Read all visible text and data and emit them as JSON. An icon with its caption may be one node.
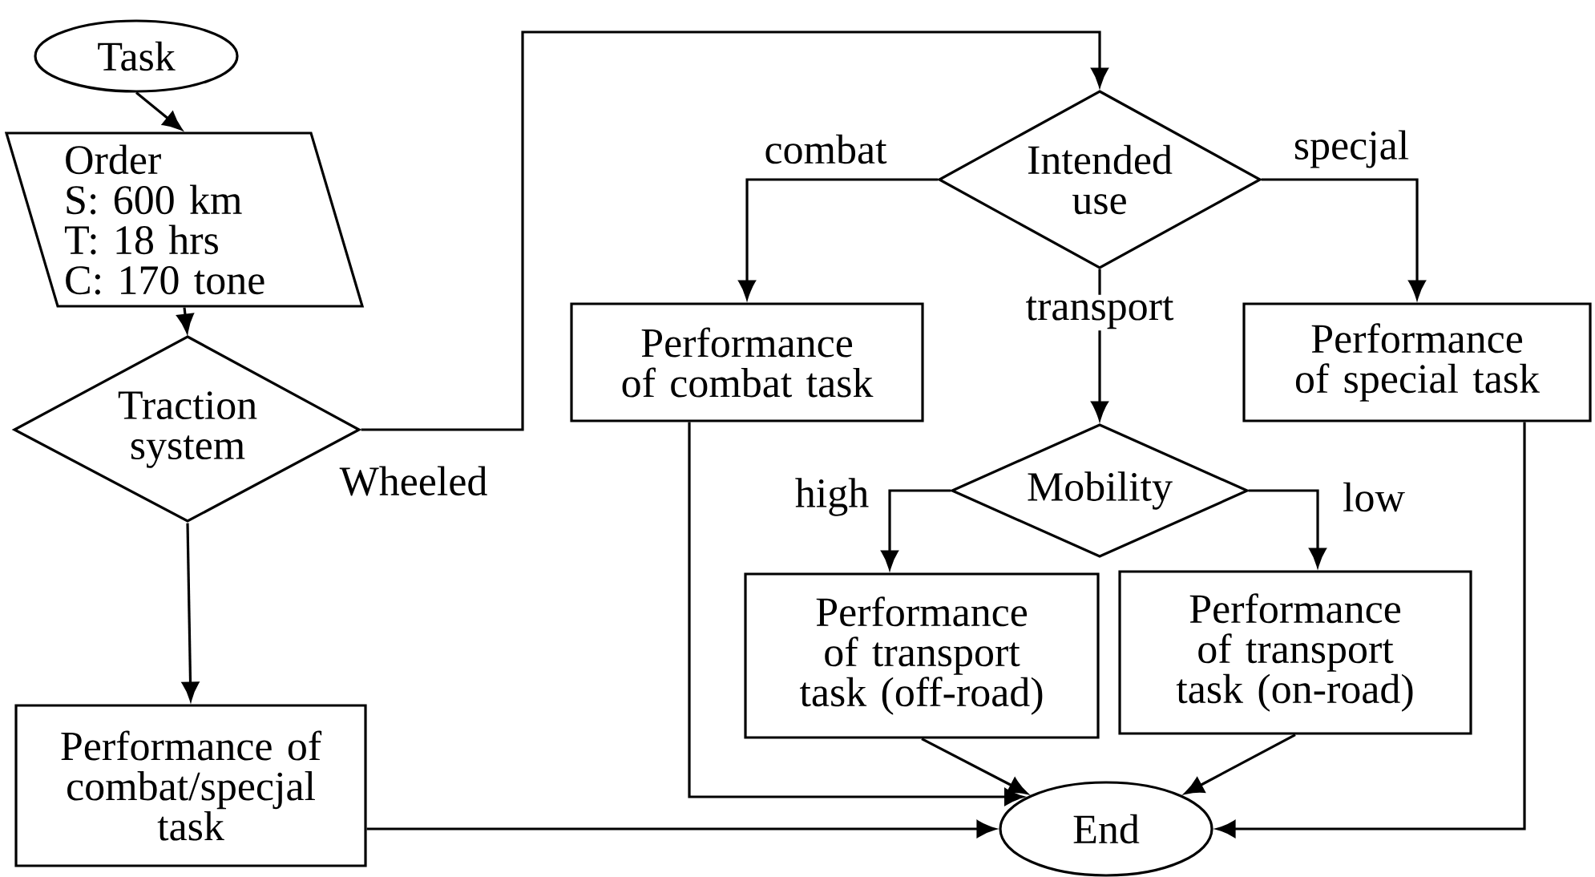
{
  "diagram": {
    "nodes": [
      {
        "text": [
          "Task"
        ]
      },
      {
        "text": [
          "Order",
          "S: 600 km",
          "T: 18 hrs",
          "C: 170 tone"
        ]
      },
      {
        "text": [
          "Traction system"
        ]
      },
      {
        "text": [
          "Performance of combat/specjal task"
        ]
      },
      {
        "text": [
          "Intended use"
        ]
      },
      {
        "text": [
          "Performance of combat task"
        ]
      },
      {
        "text": [
          "Performance of special task"
        ]
      },
      {
        "text": [
          "Mobility"
        ]
      },
      {
        "text": [
          "Performance of transport task (off-road)"
        ]
      },
      {
        "text": [
          "Performance of transport task (on-road)"
        ]
      },
      {
        "text": [
          "End"
        ]
      }
    ],
    "edges": [
      {
        "from": 0,
        "to": 1,
        "arrow": "to"
      },
      {
        "from": 1,
        "to": 2,
        "arrow": "to"
      },
      {
        "from": 2,
        "to": 4,
        "arrow": "to",
        "label": "Wheeled"
      },
      {
        "from": 2,
        "to": 3,
        "arrow": "to"
      },
      {
        "from": 4,
        "to": 5,
        "arrow": "to",
        "label": "combat"
      },
      {
        "from": 4,
        "to": 6,
        "arrow": "to",
        "label": "specjal"
      },
      {
        "from": 4,
        "to": 7,
        "arrow": "to",
        "label": "transport"
      },
      {
        "from": 7,
        "to": 8,
        "arrow": "to",
        "label": "high"
      },
      {
        "from": 7,
        "to": 9,
        "arrow": "to",
        "label": "low"
      },
      {
        "from": 8,
        "to": 10,
        "arrow": "to"
      },
      {
        "from": 9,
        "to": 10,
        "arrow": "to"
      },
      {
        "from": 5,
        "to": 10,
        "arrow": "to"
      },
      {
        "from": 3,
        "to": 10,
        "arrow": "to"
      },
      {
        "from": 6,
        "to": 10,
        "arrow": "to"
      }
    ]
  }
}
